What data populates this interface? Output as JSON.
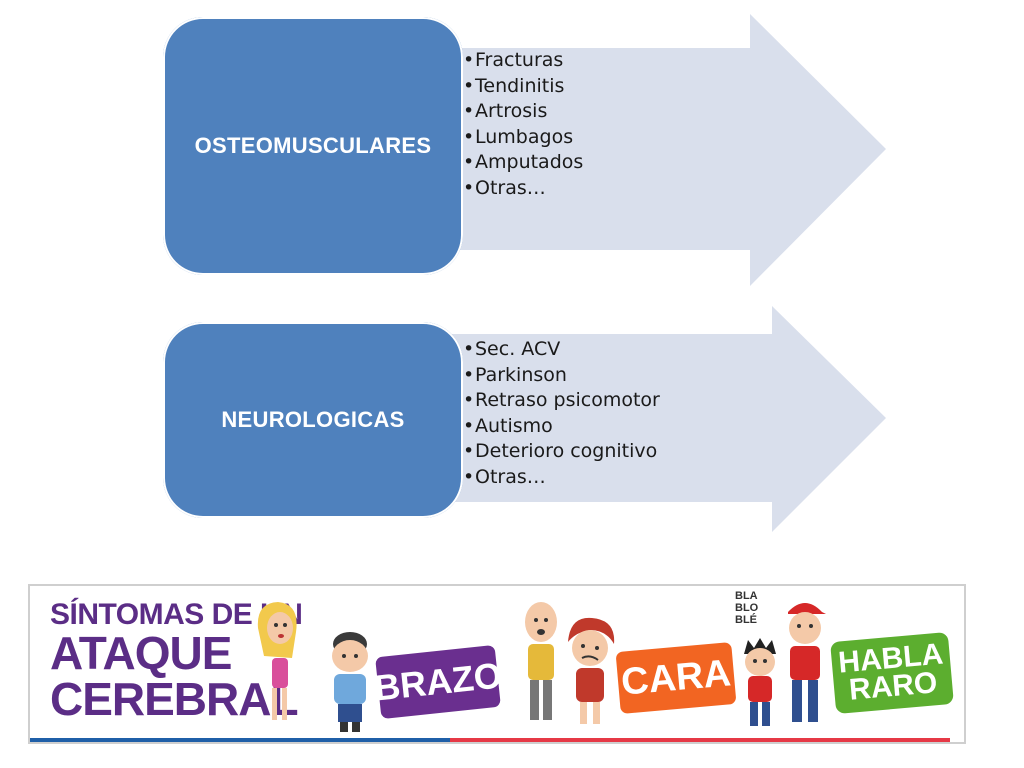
{
  "diagram": {
    "categories": [
      {
        "title": "OSTEOMUSCULARES",
        "items": [
          "Fracturas",
          "Tendinitis",
          "Artrosis",
          "Lumbagos",
          "Amputados",
          "Otras…"
        ]
      },
      {
        "title": "NEUROLOGICAS",
        "items": [
          "Sec. ACV",
          "Parkinson",
          "Retraso psicomotor",
          "Autismo",
          "Deterioro cognitivo",
          "Otras…"
        ]
      }
    ],
    "bullet": "•"
  },
  "banner": {
    "headline": [
      "SÍNTOMAS DE UN",
      "ATAQUE",
      "CEREBRAL"
    ],
    "tags": [
      "BRAZO",
      "CARA",
      "HABLA RARO"
    ],
    "speech": "BLA BLO BLÉ",
    "colors": {
      "headline": "#5b2d86",
      "brazo": "#6a2f8f",
      "cara": "#f26522",
      "habla": "#5cae2f"
    }
  },
  "colors": {
    "box": "#4f81bd",
    "arrow": "#d9dfec"
  }
}
